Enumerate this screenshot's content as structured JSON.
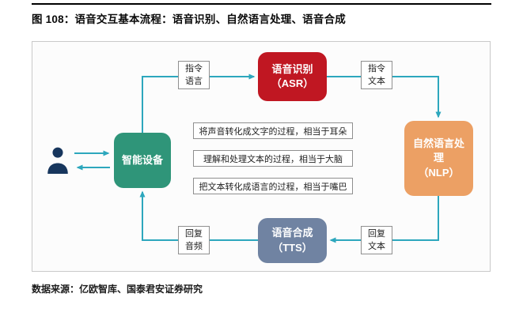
{
  "figure": {
    "title": "图 108：语音交互基本流程：语音识别、自然语言处理、语音合成",
    "source": "数据来源：亿欧智库、国泰君安证券研究"
  },
  "diagram": {
    "nodes": {
      "device": {
        "label": "智能设备",
        "color": "#2f9579"
      },
      "asr": {
        "label": "语音识别",
        "abbr": "（ASR）",
        "color": "#c01722"
      },
      "nlp": {
        "label": "自然语言处理",
        "abbr": "（NLP）",
        "color": "#eca064"
      },
      "tts": {
        "label": "语音合成",
        "abbr": "（TTS）",
        "color": "#7083a2"
      }
    },
    "edge_labels": {
      "command_speech": {
        "line1": "指令",
        "line2": "语言"
      },
      "command_text": {
        "line1": "指令",
        "line2": "文本"
      },
      "reply_text": {
        "line1": "回复",
        "line2": "文本"
      },
      "reply_audio": {
        "line1": "回复",
        "line2": "音频"
      }
    },
    "descriptions": [
      "将声音转化成文字的过程，相当于耳朵",
      "理解和处理文本的过程，相当于大脑",
      "把文本转化成语言的过程，相当于嘴巴"
    ],
    "arrow_color": "#2da7bd",
    "person_icon_color": "#17365d"
  }
}
